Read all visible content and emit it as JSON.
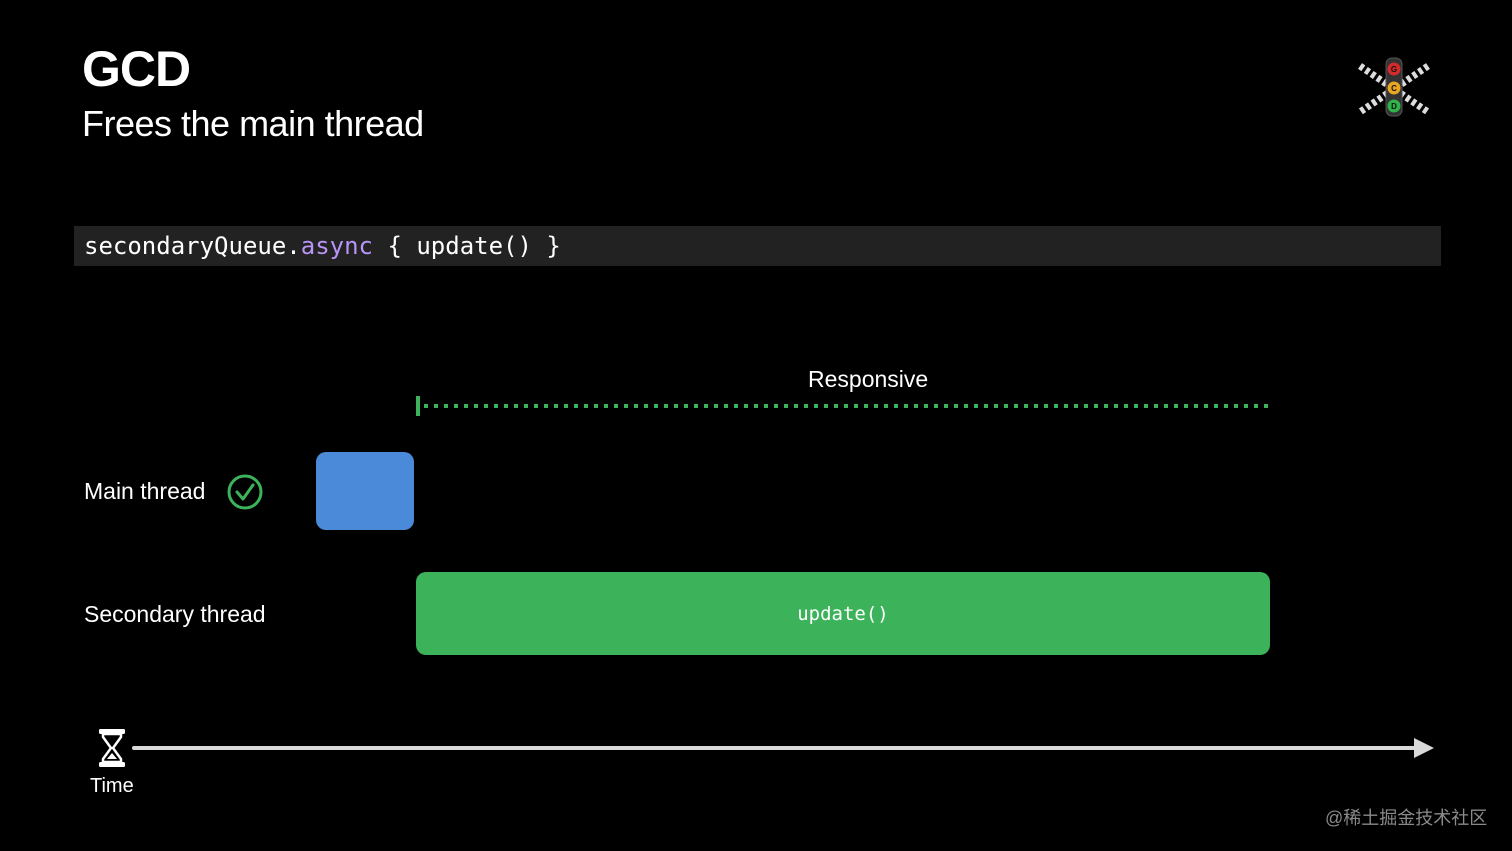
{
  "slide": {
    "title": "GCD",
    "subtitle": "Frees the main thread"
  },
  "code": {
    "prefix": "secondaryQueue.",
    "keyword": "async",
    "suffix": " { update() }"
  },
  "diagram": {
    "responsive_label": "Responsive",
    "main_thread_label": "Main thread",
    "secondary_thread_label": "Secondary thread",
    "secondary_block_label": "update()",
    "time_label": "Time"
  },
  "logo_text": [
    "G",
    "C",
    "D"
  ],
  "watermark": "@稀土掘金技术社区",
  "colors": {
    "background": "#000000",
    "code_bar": "#222222",
    "keyword": "#b794f6",
    "main_block": "#4a8ad8",
    "secondary_block": "#3cb35a",
    "responsive_line": "#3cb35a",
    "check": "#3cb35a",
    "axis": "#d9d9d9"
  }
}
